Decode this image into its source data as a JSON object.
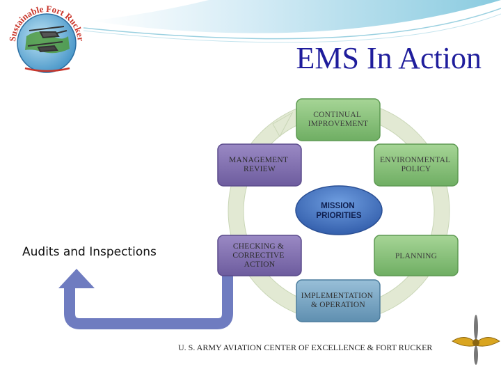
{
  "slide": {
    "title": "EMS In Action",
    "side_label": "Audits and Inspections",
    "footer": "U. S. ARMY AVIATION CENTER OF EXCELLENCE & FORT RUCKER"
  },
  "logo": {
    "arc_text": "Sustainable Fort Rucker"
  },
  "cycle": {
    "center": {
      "line1": "MISSION",
      "line2": "PRIORITIES"
    },
    "steps": [
      {
        "lines": [
          "CONTINUAL",
          "IMPROVEMENT"
        ]
      },
      {
        "lines": [
          "ENVIRONMENTAL",
          "POLICY"
        ]
      },
      {
        "lines": [
          "PLANNING"
        ]
      },
      {
        "lines": [
          "IMPLEMENTATION",
          "& OPERATION"
        ]
      },
      {
        "lines": [
          "CHECKING &",
          "CORRECTIVE",
          "ACTION"
        ]
      },
      {
        "lines": [
          "MANAGEMENT",
          "REVIEW"
        ]
      }
    ]
  },
  "colors": {
    "title": "#1f1d9c",
    "green": "#8dc47f",
    "purple": "#8371b0",
    "blue": "#7ba6c4",
    "center": "#3f70c0",
    "cycle_ring": "#dfe8cf",
    "arrow": "#6f7cc0"
  }
}
